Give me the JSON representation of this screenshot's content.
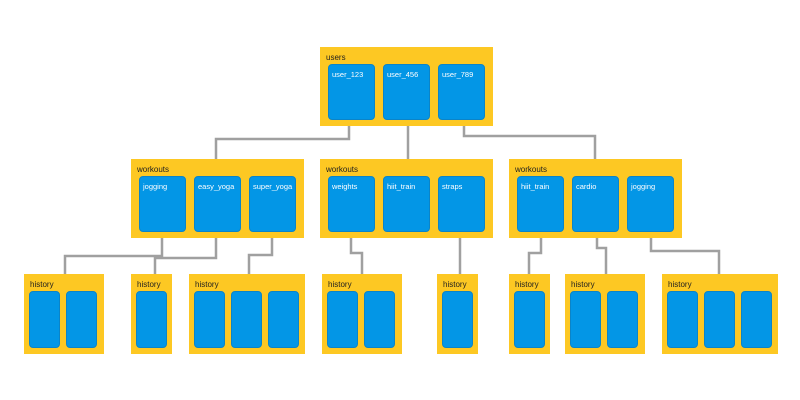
{
  "colors": {
    "group_fill": "#fdc823",
    "card_fill": "#0396e6",
    "connector": "#a0a0a0"
  },
  "root": {
    "label": "users",
    "cards": [
      "user_123",
      "user_456",
      "user_789"
    ]
  },
  "level2": [
    {
      "label": "workouts",
      "cards": [
        "jogging",
        "easy_yoga",
        "super_yoga"
      ]
    },
    {
      "label": "workouts",
      "cards": [
        "weights",
        "hiit_train",
        "straps"
      ]
    },
    {
      "label": "workouts",
      "cards": [
        "hiit_train",
        "cardio",
        "jogging"
      ]
    }
  ],
  "level3": [
    {
      "label": "history",
      "card_count": 2
    },
    {
      "label": "history",
      "card_count": 1
    },
    {
      "label": "history",
      "card_count": 3
    },
    {
      "label": "history",
      "card_count": 2
    },
    {
      "label": "history",
      "card_count": 1
    },
    {
      "label": "history",
      "card_count": 1
    },
    {
      "label": "history",
      "card_count": 2
    },
    {
      "label": "history",
      "card_count": 3
    }
  ]
}
